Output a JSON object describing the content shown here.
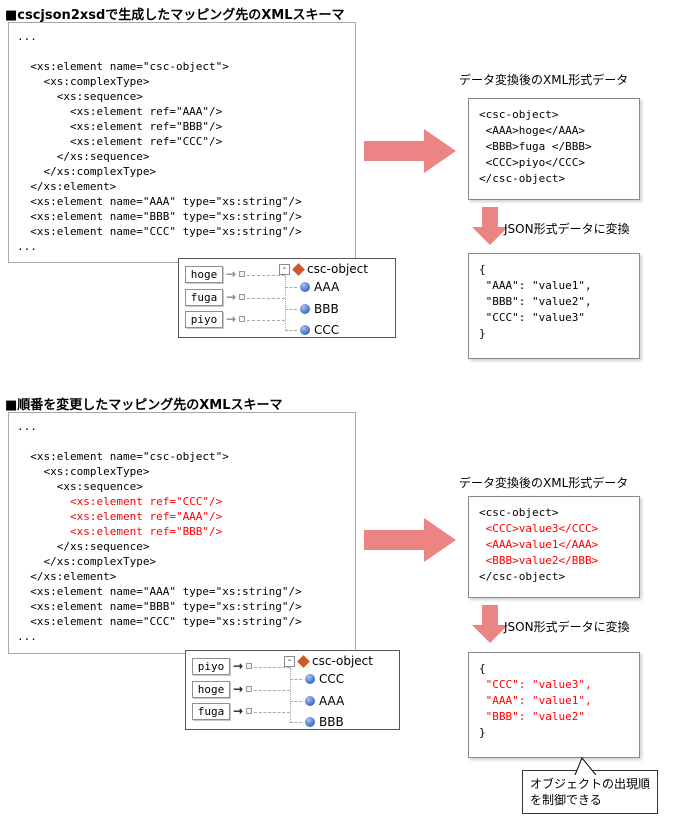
{
  "colors": {
    "arrow": "#ed8484",
    "highlight": "#ff0000"
  },
  "icons": {
    "map_arrow": "→",
    "tree_collapse": "-"
  },
  "section1": {
    "title": "■cscjson2xsdで生成したマッピング先のXMLスキーマ",
    "schema_code": [
      "...",
      " ",
      "  <xs:element name=\"csc-object\">",
      "    <xs:complexType>",
      "      <xs:sequence>",
      "        <xs:element ref=\"AAA\"/>",
      "        <xs:element ref=\"BBB\"/>",
      "        <xs:element ref=\"CCC\"/>",
      "      </xs:sequence>",
      "    </xs:complexType>",
      "  </xs:element>",
      "  <xs:element name=\"AAA\" type=\"xs:string\"/>",
      "  <xs:element name=\"BBB\" type=\"xs:string\"/>",
      "  <xs:element name=\"CCC\" type=\"xs:string\"/>",
      "..."
    ],
    "xml_result_label": "データ変換後のXML形式データ",
    "xml_result": [
      "<csc-object>",
      " <AAA>hoge</AAA>",
      " <BBB>fuga </BBB>",
      " <CCC>piyo</CCC>",
      "</csc-object>"
    ],
    "json_convert_label": "JSON形式データに変換",
    "json_result": [
      "{",
      " \"AAA\": \"value1\",",
      " \"BBB\": \"value2\",",
      " \"CCC\": \"value3\"",
      "}"
    ],
    "mapping": {
      "sources": [
        "hoge",
        "fuga",
        "piyo"
      ],
      "root": "csc-object",
      "children": [
        "AAA",
        "BBB",
        "CCC"
      ]
    }
  },
  "section2": {
    "title": "■順番を変更したマッピング先のXMLスキーマ",
    "schema_code": [
      "...",
      " ",
      "  <xs:element name=\"csc-object\">",
      "    <xs:complexType>",
      "      <xs:sequence>",
      {
        "text": "        <xs:element ref=\"CCC\"/>",
        "red": true
      },
      {
        "text": "        <xs:element ref=\"AAA\"/>",
        "red": true
      },
      {
        "text": "        <xs:element ref=\"BBB\"/>",
        "red": true
      },
      "      </xs:sequence>",
      "    </xs:complexType>",
      "  </xs:element>",
      "  <xs:element name=\"AAA\" type=\"xs:string\"/>",
      "  <xs:element name=\"BBB\" type=\"xs:string\"/>",
      "  <xs:element name=\"CCC\" type=\"xs:string\"/>",
      "..."
    ],
    "xml_result_label": "データ変換後のXML形式データ",
    "xml_result": [
      "<csc-object>",
      {
        "text": " <CCC>value3</CCC>",
        "red": true
      },
      {
        "text": " <AAA>value1</AAA>",
        "red": true
      },
      {
        "text": " <BBB>value2</BBB>",
        "red": true
      },
      "</csc-object>"
    ],
    "json_convert_label": "JSON形式データに変換",
    "json_result": [
      "{",
      {
        "text": " \"CCC\": \"value3\",",
        "red": true
      },
      {
        "text": " \"AAA\": \"value1\",",
        "red": true
      },
      {
        "text": " \"BBB\": \"value2\"",
        "red": true
      },
      "}"
    ],
    "mapping": {
      "sources": [
        "piyo",
        "hoge",
        "fuga"
      ],
      "root": "csc-object",
      "children": [
        "CCC",
        "AAA",
        "BBB"
      ]
    }
  },
  "callout": {
    "line1": "オブジェクトの出現順",
    "line2": "を制御できる"
  }
}
